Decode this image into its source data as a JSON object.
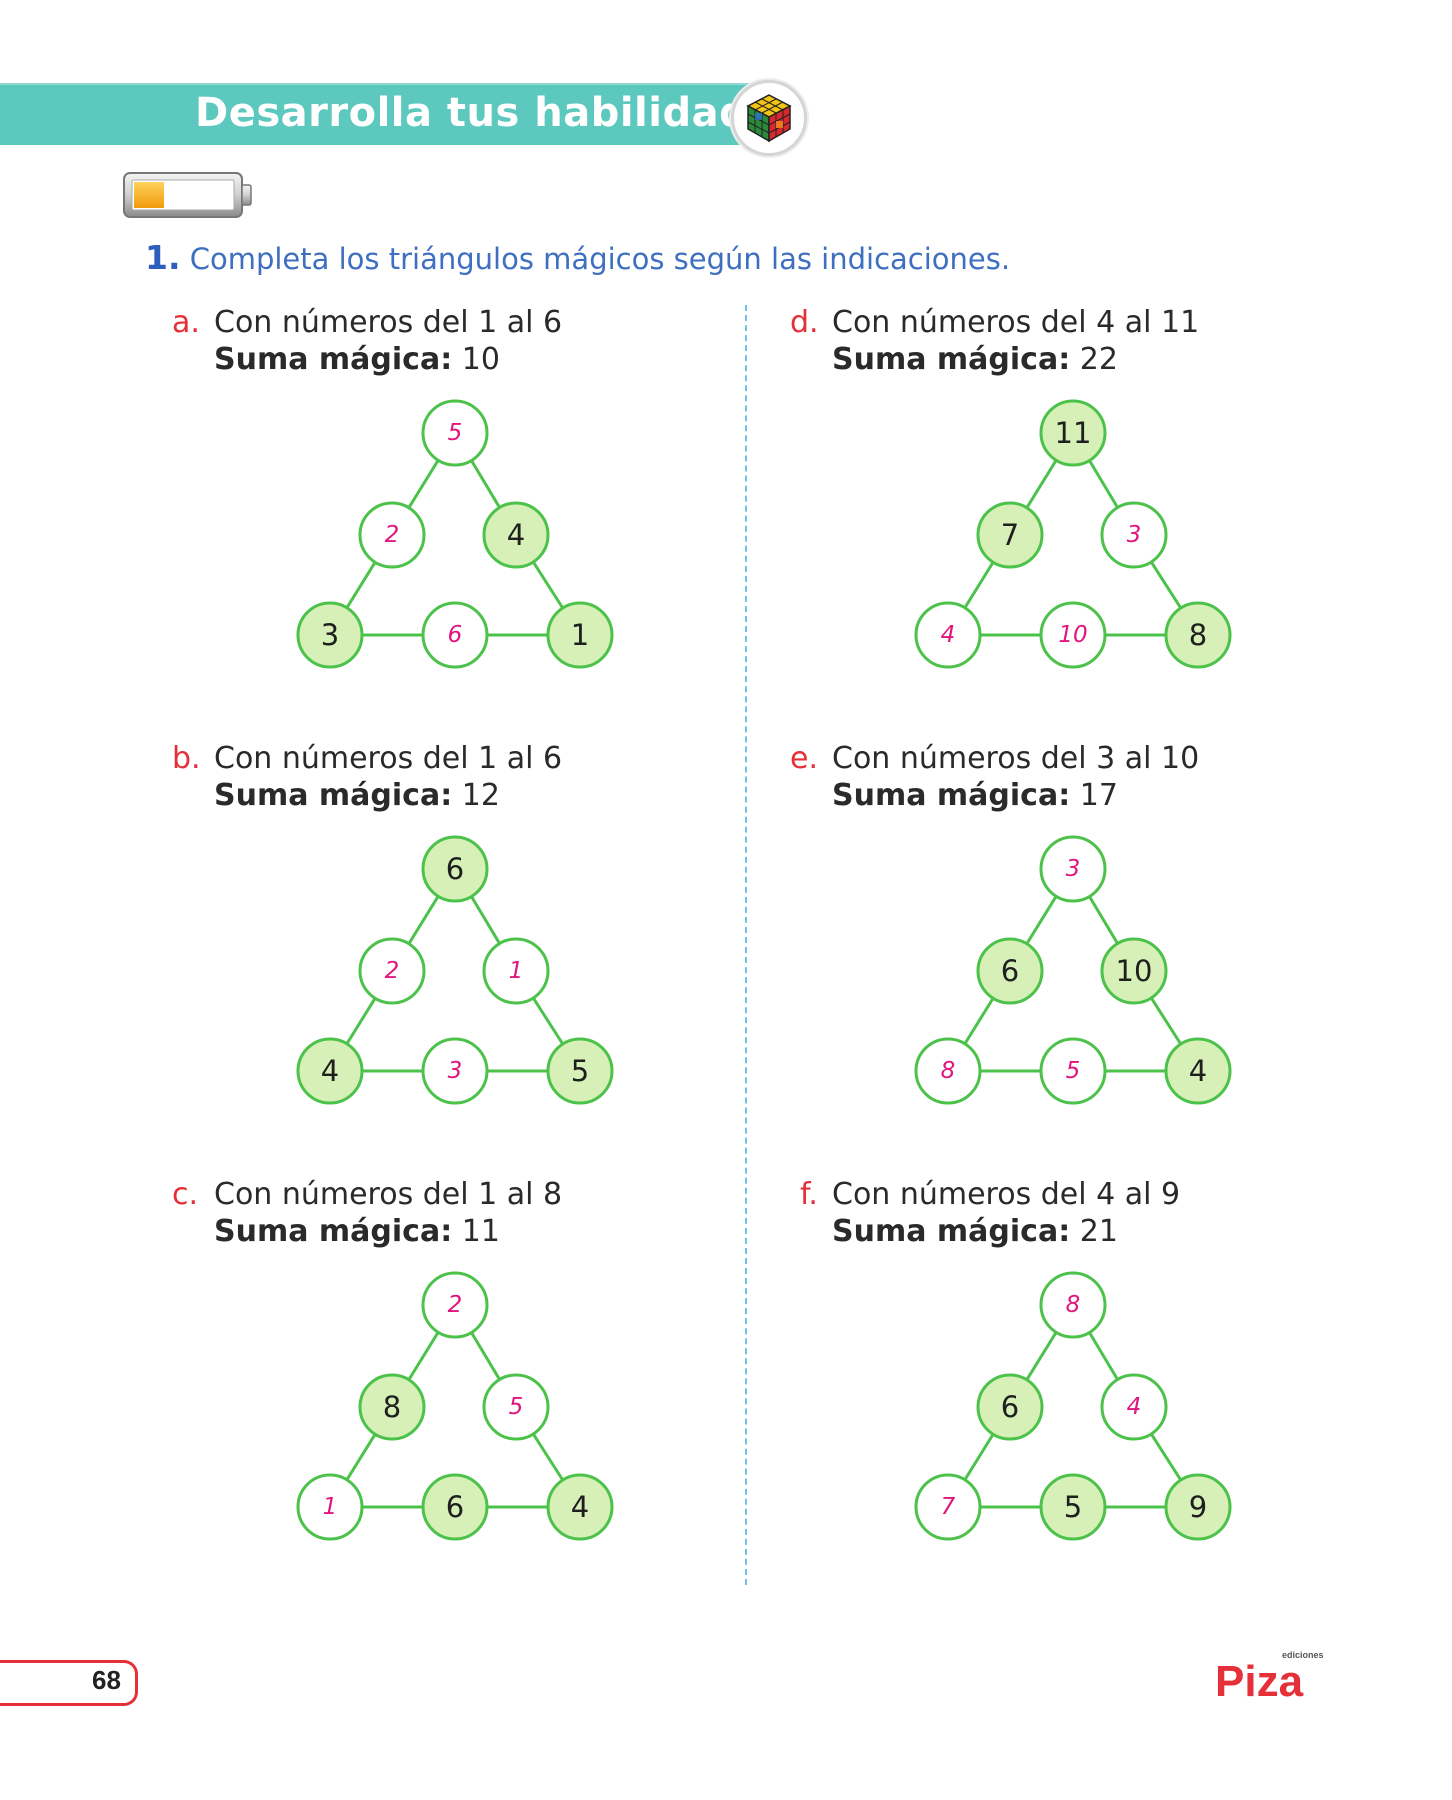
{
  "header": {
    "title": "Desarrolla tus habilidades"
  },
  "instruction": {
    "number": "1.",
    "text": "Completa los triángulos mágicos según las indicaciones."
  },
  "problems": [
    {
      "letter": "a.",
      "range_text": "Con números del 1 al 6",
      "sum_label": "Suma mágica:",
      "sum_value": "10",
      "nodes": [
        {
          "value": "5",
          "given": false
        },
        {
          "value": "2",
          "given": false
        },
        {
          "value": "4",
          "given": true
        },
        {
          "value": "3",
          "given": true
        },
        {
          "value": "6",
          "given": false
        },
        {
          "value": "1",
          "given": true
        }
      ]
    },
    {
      "letter": "b.",
      "range_text": "Con números del 1 al 6",
      "sum_label": "Suma mágica:",
      "sum_value": "12",
      "nodes": [
        {
          "value": "6",
          "given": true
        },
        {
          "value": "2",
          "given": false
        },
        {
          "value": "1",
          "given": false
        },
        {
          "value": "4",
          "given": true
        },
        {
          "value": "3",
          "given": false
        },
        {
          "value": "5",
          "given": true
        }
      ]
    },
    {
      "letter": "c.",
      "range_text": "Con números del 1 al 8",
      "sum_label": "Suma mágica:",
      "sum_value": "11",
      "nodes": [
        {
          "value": "2",
          "given": false
        },
        {
          "value": "8",
          "given": true
        },
        {
          "value": "5",
          "given": false
        },
        {
          "value": "1",
          "given": false
        },
        {
          "value": "6",
          "given": true
        },
        {
          "value": "4",
          "given": true
        }
      ]
    },
    {
      "letter": "d.",
      "range_text": "Con números del 4 al 11",
      "sum_label": "Suma mágica:",
      "sum_value": "22",
      "nodes": [
        {
          "value": "11",
          "given": true
        },
        {
          "value": "7",
          "given": true
        },
        {
          "value": "3",
          "given": false
        },
        {
          "value": "4",
          "given": false
        },
        {
          "value": "10",
          "given": false
        },
        {
          "value": "8",
          "given": true
        }
      ]
    },
    {
      "letter": "e.",
      "range_text": "Con números del 3 al 10",
      "sum_label": "Suma mágica:",
      "sum_value": "17",
      "nodes": [
        {
          "value": "3",
          "given": false
        },
        {
          "value": "6",
          "given": true
        },
        {
          "value": "10",
          "given": true
        },
        {
          "value": "8",
          "given": false
        },
        {
          "value": "5",
          "given": false
        },
        {
          "value": "4",
          "given": true
        }
      ]
    },
    {
      "letter": "f.",
      "range_text": "Con números del 4 al 9",
      "sum_label": "Suma mágica:",
      "sum_value": "21",
      "nodes": [
        {
          "value": "8",
          "given": false
        },
        {
          "value": "6",
          "given": true
        },
        {
          "value": "4",
          "given": false
        },
        {
          "value": "7",
          "given": false
        },
        {
          "value": "5",
          "given": true
        },
        {
          "value": "9",
          "given": true
        }
      ]
    }
  ],
  "footer": {
    "page_number": "68",
    "publisher_small": "ediciones",
    "publisher": "Piza"
  },
  "colors": {
    "banner": "#5cc8be",
    "line": "#4cc24a",
    "given_fill": "#d7f0b7",
    "answer_text": "#e0157d",
    "given_text": "#1f1f1f",
    "letter": "#e5303a",
    "instruction": "#3e6fc0"
  }
}
